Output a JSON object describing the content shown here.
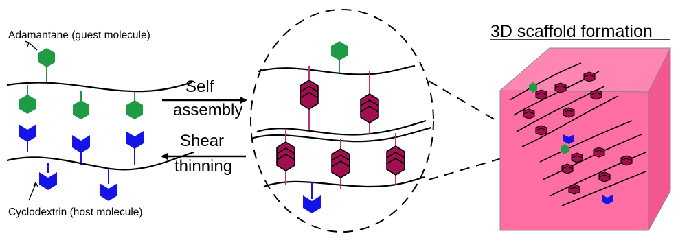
{
  "labels": {
    "guest": "Adamantane (guest molecule)",
    "host": "Cyclodextrin (host molecule)",
    "self": "Self",
    "assembly": "assembly",
    "shear": "Shear",
    "thinning": "thinning",
    "title": "3D scaffold formation"
  },
  "colors": {
    "adamantane": "#1f9a45",
    "cyclodextrin": "#1414e6",
    "complex": "#a0104f",
    "complex_link": "#c0307a",
    "cube_front": "#ff6fa3",
    "cube_top": "#ff86b3",
    "cube_side": "#f2578f"
  },
  "icons": {
    "guest": "hexagon-icon",
    "host": "chevron-icon",
    "complex": "inclusion-complex-icon",
    "forward": "arrow-right-icon",
    "reverse": "arrow-left-icon"
  }
}
